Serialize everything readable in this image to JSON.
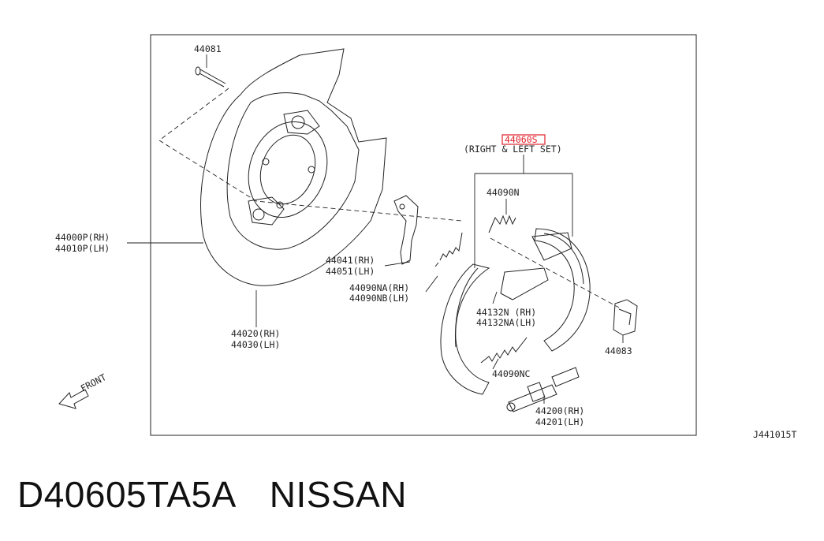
{
  "parts": {
    "bolt": "44081",
    "kit_code": "44060S",
    "kit_note": "(RIGHT & LEFT SET)",
    "plate_rh": "44000P(RH)",
    "plate_lh": "44010P(LH)",
    "spring_n": "44090N",
    "lever_rh": "44041(RH)",
    "lever_lh": "44051(LH)",
    "spring_na": "44090NA(RH)",
    "spring_nb": "44090NB(LH)",
    "shoe_rh": "44132N  (RH)",
    "shoe_lh": "44132NA(LH)",
    "shield_rh": "44020(RH)",
    "shield_lh": "44030(LH)",
    "spring_nc": "44090NC",
    "adjuster_rh": "44200(RH)",
    "adjuster_lh": "44201(LH)",
    "pin": "44083",
    "front": "FRONT"
  },
  "diagram_code": "J441015T",
  "caption": {
    "part_number": "D40605TA5A",
    "brand": "NISSAN"
  },
  "colors": {
    "highlight": "#e0202a",
    "line": "#222222"
  }
}
